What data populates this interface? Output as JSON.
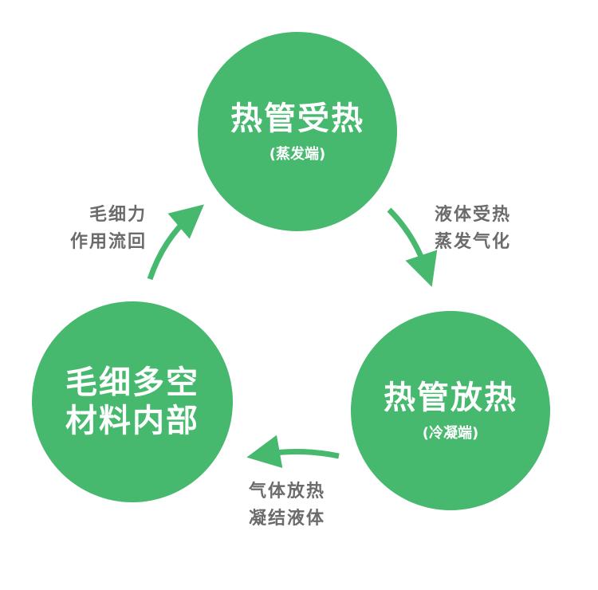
{
  "nodes": {
    "top": {
      "title": "热管受热",
      "sub": "(蒸发端)"
    },
    "right": {
      "title": "热管放热",
      "sub": "(冷凝端)"
    },
    "left": {
      "line1": "毛细多空",
      "line2": "材料内部"
    }
  },
  "edges": {
    "top_right": {
      "line1": "液体受热",
      "line2": "蒸发气化"
    },
    "right_left": {
      "line1": "气体放热",
      "line2": "凝结液体"
    },
    "left_top": {
      "line1": "毛细力",
      "line2": "作用流回"
    }
  },
  "colors": {
    "accent": "#46b96f",
    "text": "#6b6b6b"
  }
}
